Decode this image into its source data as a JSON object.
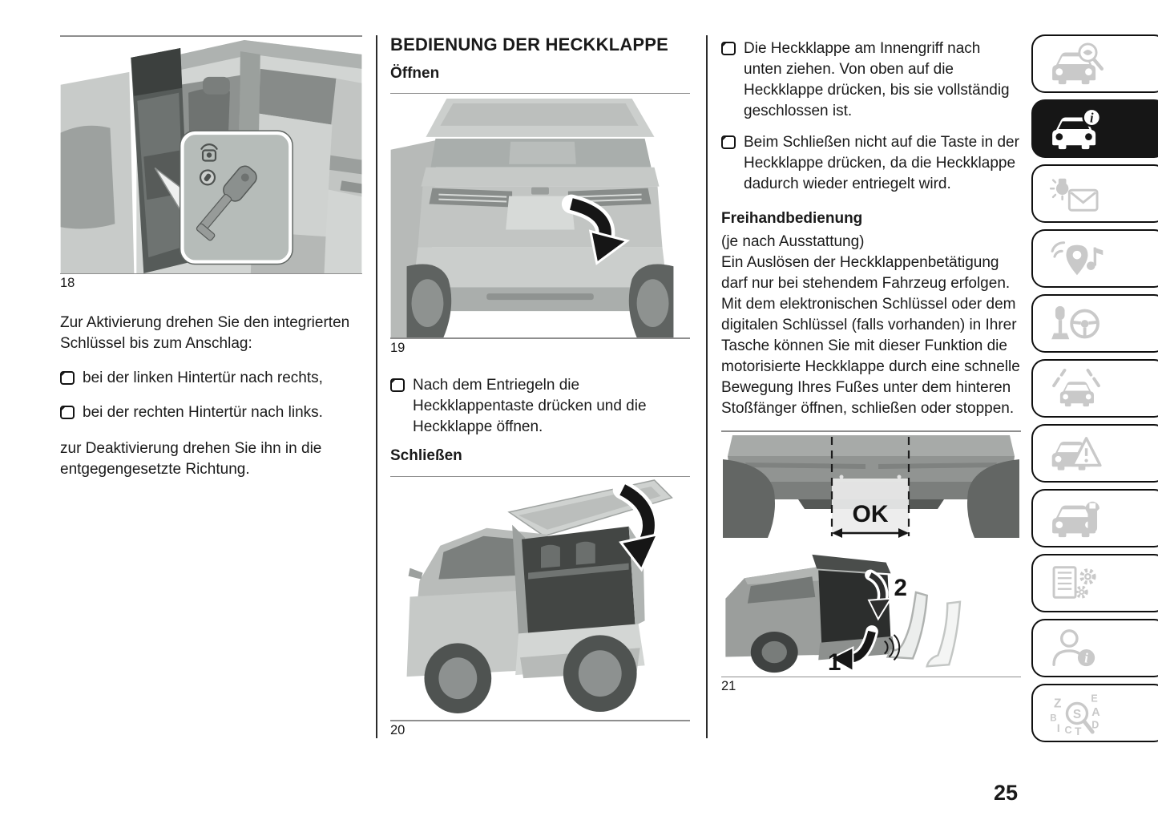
{
  "page_number": "25",
  "left": {
    "figure18_caption": "18",
    "intro": "Zur Aktivierung drehen Sie den integrierten Schlüssel bis zum Anschlag:",
    "bullets": [
      "bei der linken Hintertür nach rechts,",
      "bei der rechten Hintertür nach links."
    ],
    "outro": "zur Deaktivierung drehen Sie ihn in die entgegengesetzte Richtung."
  },
  "middle": {
    "title": "BEDIENUNG DER HECKKLAPPE",
    "open_heading": "Öffnen",
    "figure19_caption": "19",
    "open_bullet": "Nach dem Entriegeln die Heckklappentaste drücken und die Heckklappe öffnen.",
    "close_heading": "Schließen",
    "figure20_caption": "20"
  },
  "right": {
    "bullets": [
      "Die Heckklappe am Innengriff nach unten ziehen. Von oben auf die Heckklappe drücken, bis sie vollständig geschlossen ist.",
      "Beim Schließen nicht auf die Taste in der Heckklappe drücken, da die Heckklappe dadurch wieder entriegelt wird."
    ],
    "handsfree_heading": "Freihandbedienung",
    "handsfree_note": "(je nach Ausstattung)",
    "handsfree_text": "Ein Auslösen der Heckklappenbetätigung darf nur bei stehendem Fahrzeug erfolgen. Mit dem elektronischen Schlüssel oder dem digitalen Schlüssel (falls vorhanden) in Ihrer Tasche können Sie mit dieser Funktion die motorisierte Heckklappe durch eine schnelle Bewegung Ihres Fußes unter dem hinteren Stoßfänger öffnen, schließen oder stoppen.",
    "figure21_caption": "21",
    "ok_label": "OK",
    "step1_label": "1",
    "step2_label": "2"
  },
  "sidebar": {
    "items": [
      {
        "icon": "quick-guide-car-search-icon",
        "active": false
      },
      {
        "icon": "getting-to-know-vehicle-car-info-icon",
        "active": true
      },
      {
        "icon": "warning-lights-messages-icon",
        "active": false
      },
      {
        "icon": "multimedia-navigation-icon",
        "active": false
      },
      {
        "icon": "starting-driving-icon",
        "active": false
      },
      {
        "icon": "driver-assistance-icon",
        "active": false
      },
      {
        "icon": "emergency-icon",
        "active": false
      },
      {
        "icon": "servicing-maintenance-icon",
        "active": false
      },
      {
        "icon": "technical-data-icon",
        "active": false
      },
      {
        "icon": "customer-service-icon",
        "active": false
      },
      {
        "icon": "alphabetical-index-icon",
        "active": false
      }
    ]
  },
  "colors": {
    "active_tab_bg": "#161616",
    "inactive_icon": "#c9c9c9",
    "text": "#1a1a1a",
    "rule": "#8e8e8e"
  }
}
